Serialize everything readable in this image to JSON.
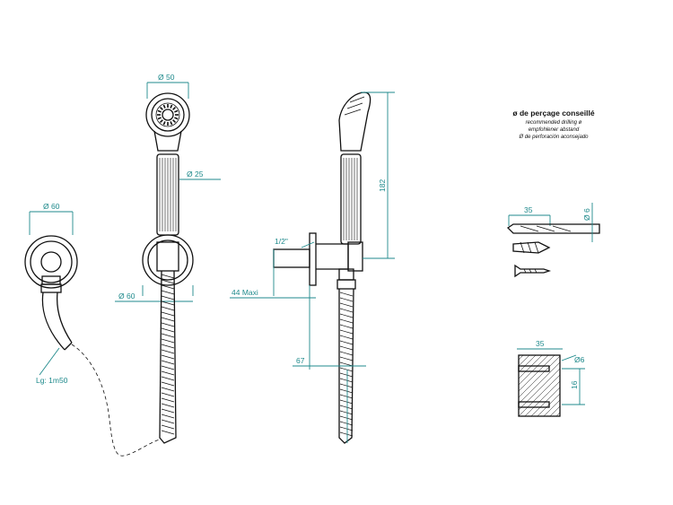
{
  "dimensions": {
    "wall_bracket_diameter": "Ø 60",
    "hose_length": "Lg: 1m50",
    "hand_shower_head_diameter": "Ø 50",
    "handle_diameter": "Ø 25",
    "holder_diameter": "Ø 60",
    "depth_max": "44 Maxi",
    "thread": "1/2\"",
    "handle_length": "182",
    "outlet_offset": "67"
  },
  "drilling_note": {
    "title": "ø de perçage conseillé",
    "lines": [
      "recommended drilling ø",
      "empfohlener abstand",
      "Ø de perforación aconsejado"
    ]
  },
  "drill": {
    "length": "35",
    "diameter": "Ø 6"
  },
  "anchor_detail": {
    "width": "35",
    "diameter": "Ø6",
    "spacing": "16"
  },
  "colors": {
    "dimension": "#1f8a8c",
    "outline": "#111111"
  }
}
